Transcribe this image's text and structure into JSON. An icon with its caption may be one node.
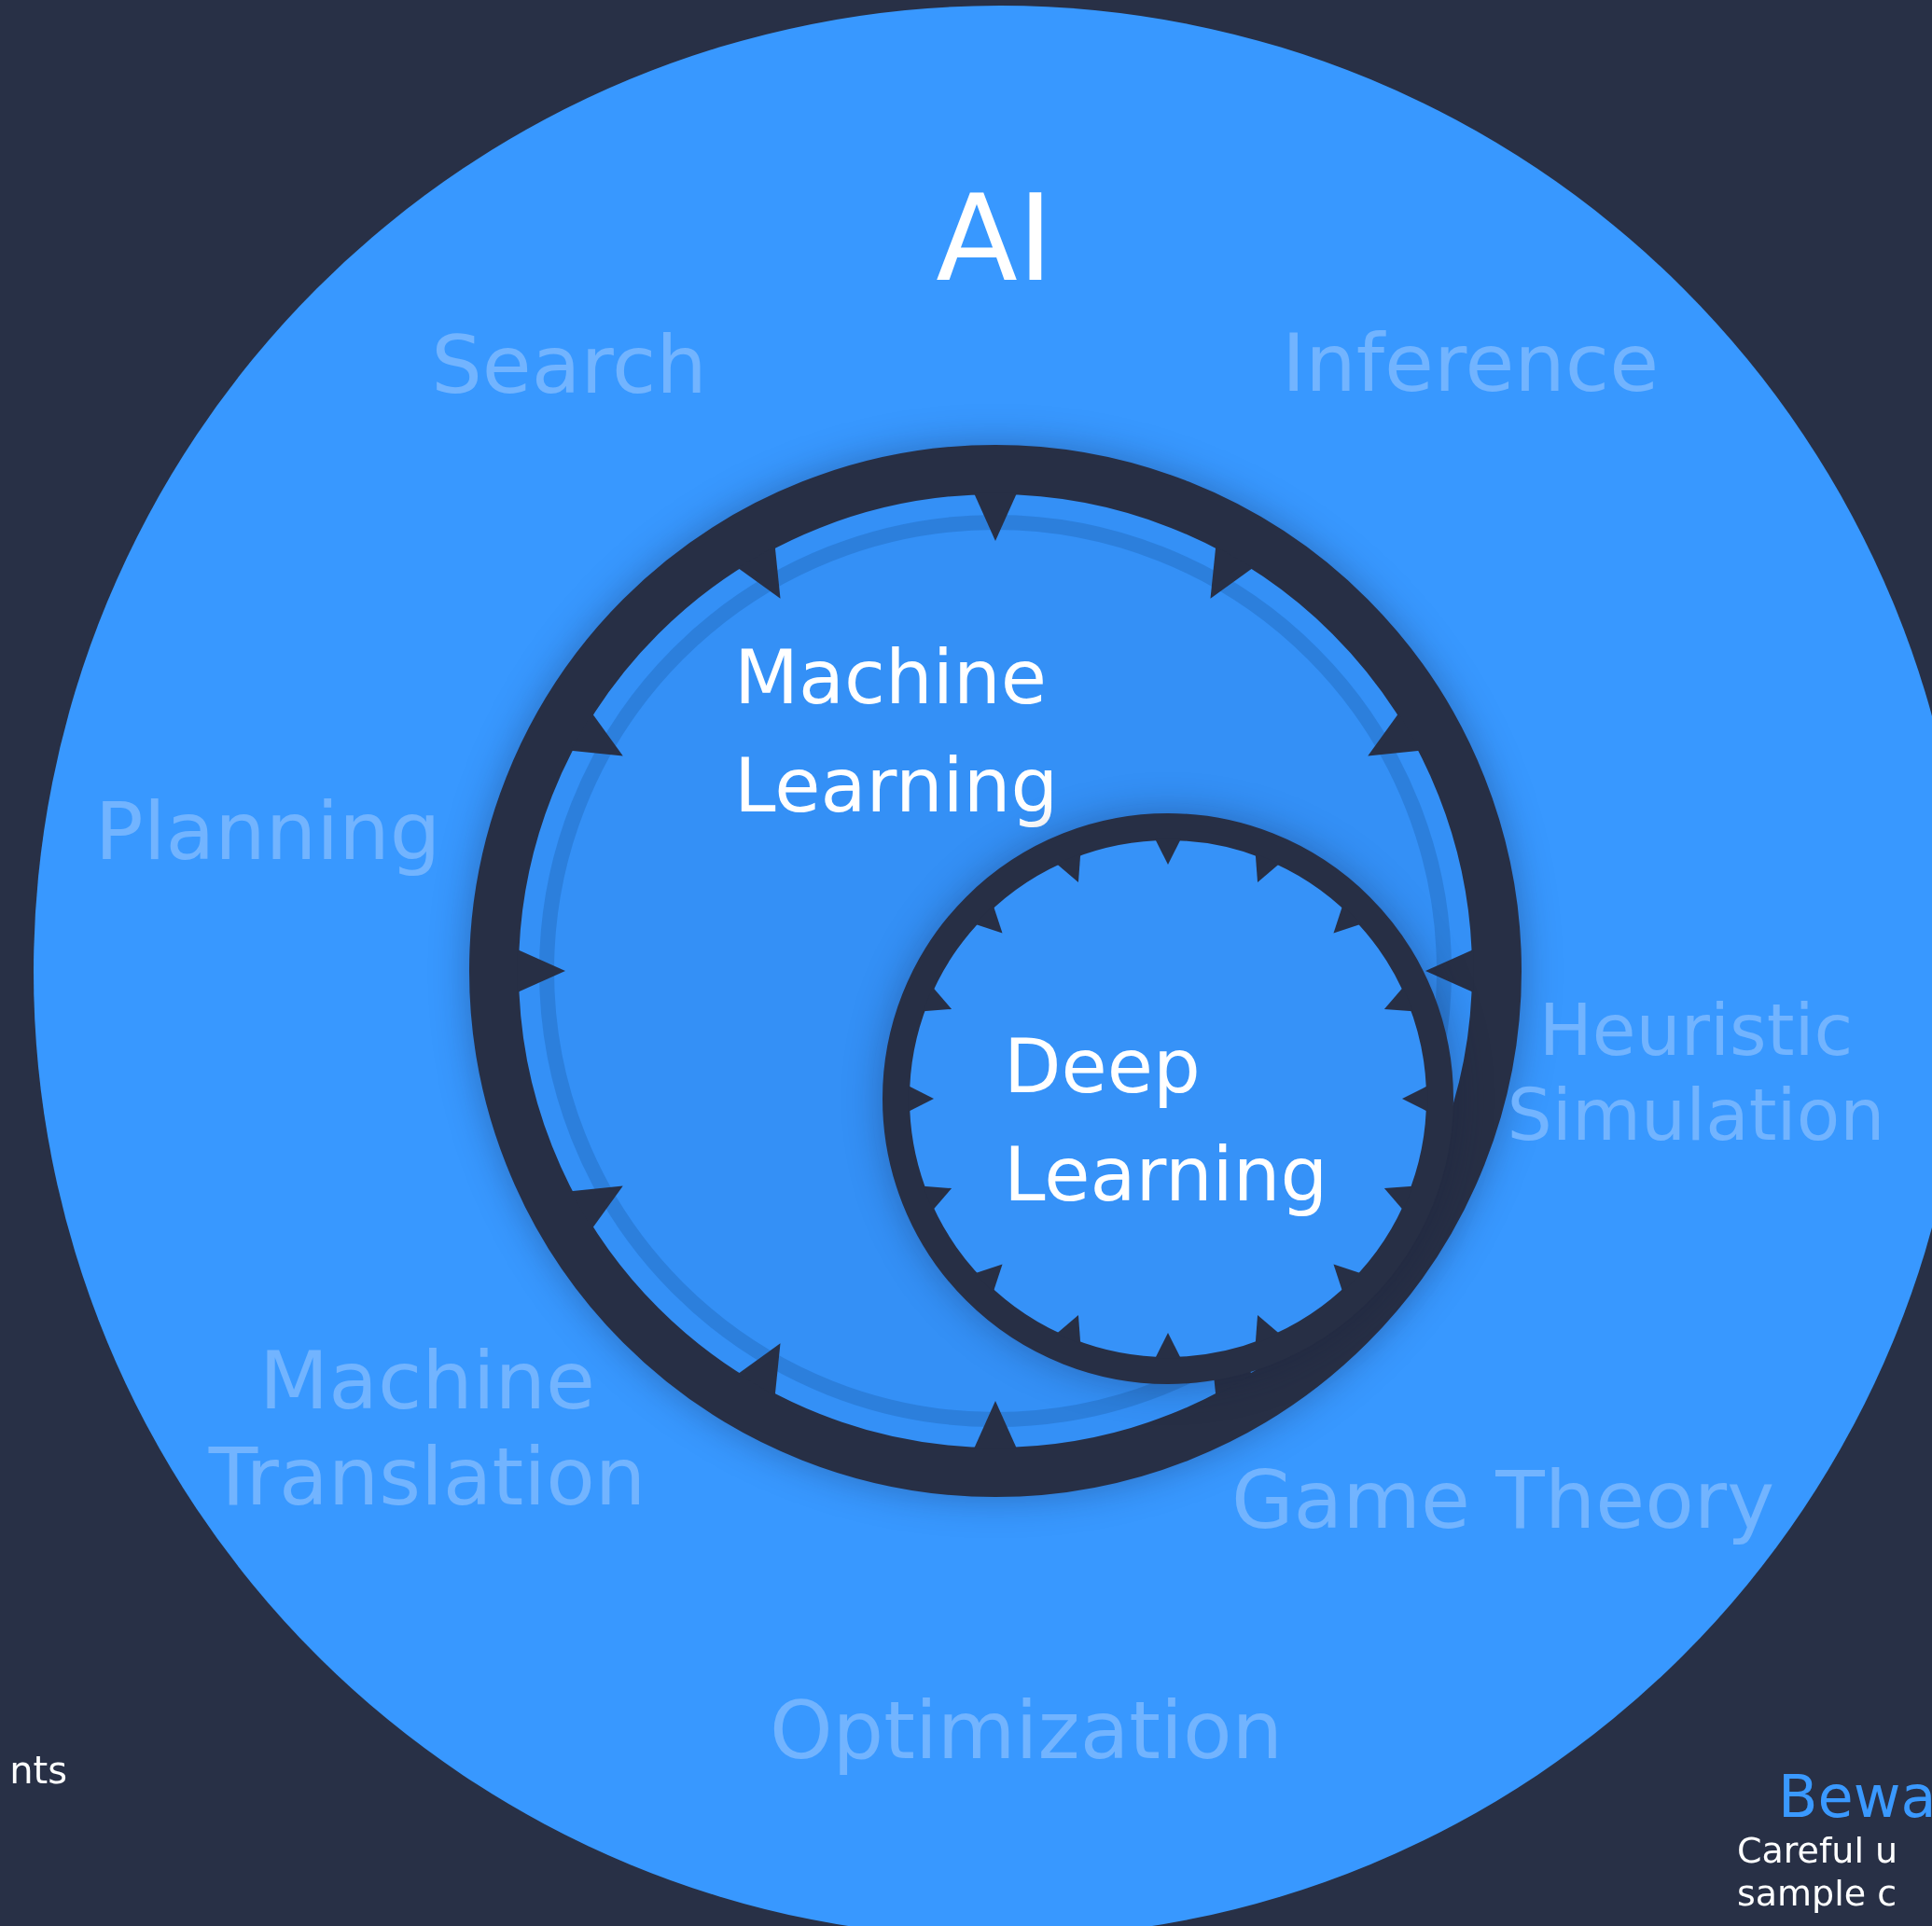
{
  "diagram": {
    "nodes": [
      {
        "text": [
          "AI"
        ]
      },
      {
        "text": [
          "Machine Learning"
        ],
        "in": 0
      },
      {
        "text": [
          "Deep Learning"
        ],
        "in": 1
      }
    ],
    "labels": [
      "Search",
      "Inference",
      "Planning",
      "Heuristic Simulation",
      "Machine Translation",
      "Game Theory",
      "nts",
      "Optimization",
      "Bewa",
      "Careful u sample c"
    ]
  }
}
